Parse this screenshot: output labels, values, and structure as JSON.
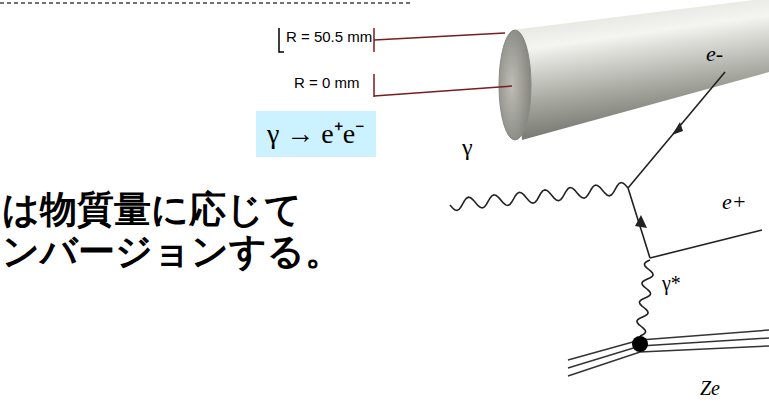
{
  "diagram": {
    "nodes": [
      {
        "text": [
          "γ → e⁺e⁻"
        ]
      }
    ],
    "labels": [
      "R = 50.5 mm",
      "R = 0 mm",
      "は物質量に応じて",
      "ンバージョンする。",
      "γ",
      "e-",
      "e+",
      "γ*",
      "Ze"
    ]
  }
}
